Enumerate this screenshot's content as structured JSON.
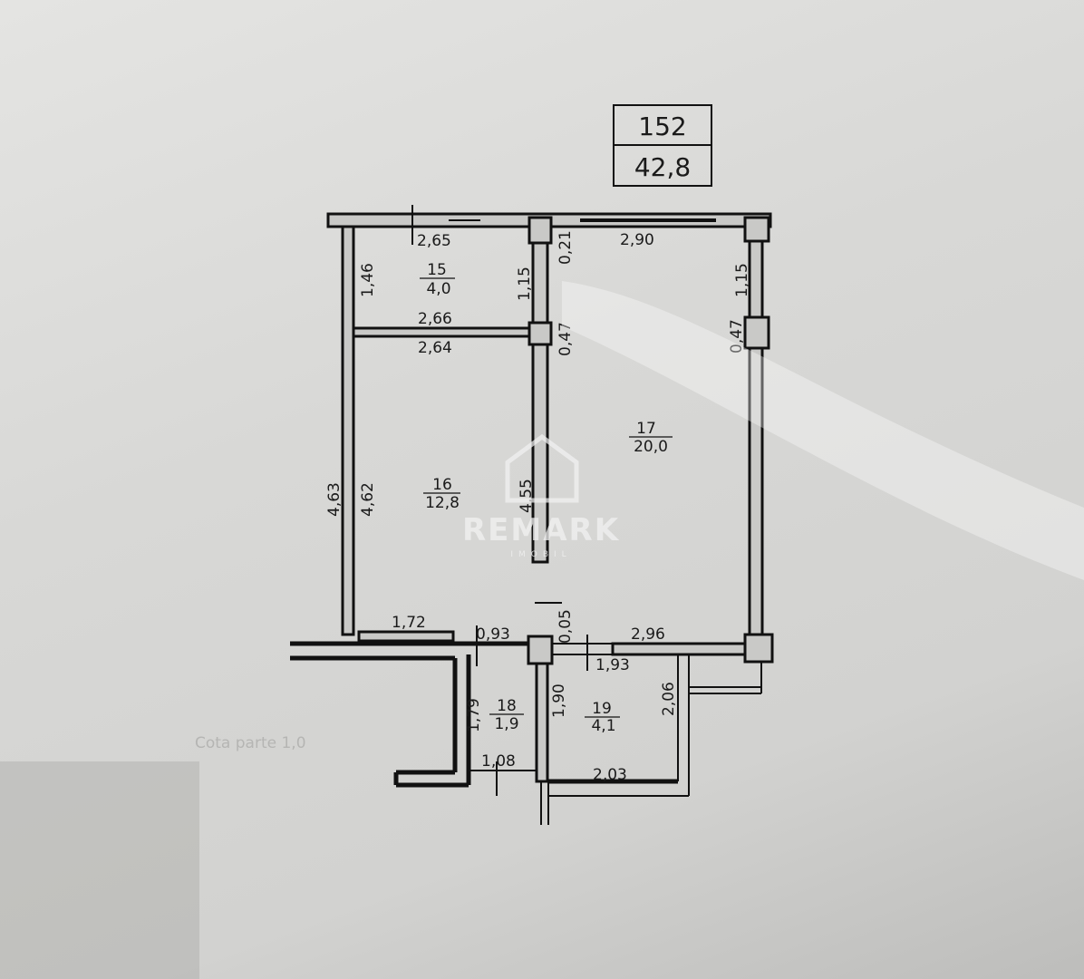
{
  "header_box": {
    "apartment_number": "152",
    "total_area": "42,8"
  },
  "rooms": [
    {
      "number": "15",
      "area": "4,0"
    },
    {
      "number": "16",
      "area": "12,8"
    },
    {
      "number": "17",
      "area": "20,0"
    },
    {
      "number": "18",
      "area": "1,9"
    },
    {
      "number": "19",
      "area": "4,1"
    }
  ],
  "dimensions": {
    "d265": "2,65",
    "d290": "2,90",
    "d146": "1,46",
    "d115a": "1,15",
    "d021": "0,21",
    "d115b": "1,15",
    "d266": "2,66",
    "d264": "2,64",
    "d047a": "0,47",
    "d047b": "0,47",
    "d463": "4,63",
    "d462": "4,62",
    "d455": "4,55",
    "d172": "1,72",
    "d093": "0,93",
    "d005": "0,05",
    "d296": "2,96",
    "d193": "1,93",
    "d179": "1,79",
    "d190": "1,90",
    "d206": "2,06",
    "d108": "1,08",
    "d203": "2,03"
  },
  "background_text": {
    "line1": "Cota parte 1,0"
  },
  "watermark": {
    "brand": "REMARK",
    "sub": "IMOBIL"
  }
}
